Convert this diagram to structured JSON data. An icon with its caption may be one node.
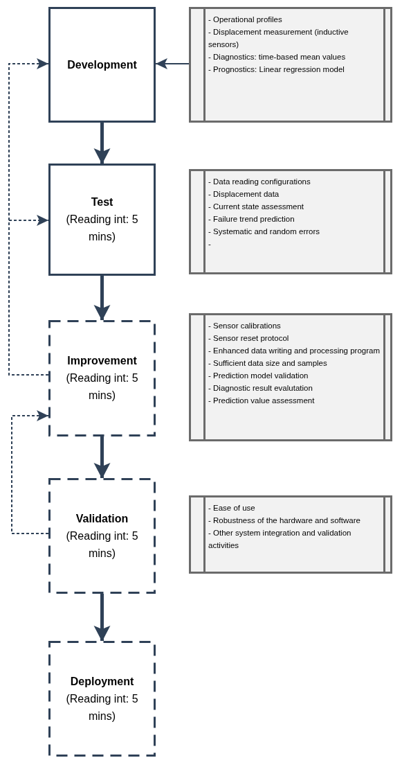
{
  "diagram": {
    "nodes": [
      {
        "text": [
          "Development"
        ]
      },
      {
        "text": [
          "- Operational profiles",
          "- Displacement measurement (inductive sensors)",
          "- Diagnostics: time-based mean values",
          "- Prognostics: Linear regression model"
        ]
      },
      {
        "text": [
          "Test",
          "(Reading int: 5 mins)"
        ]
      },
      {
        "text": [
          "- Data reading configurations",
          "- Displacement data",
          "- Current state assessment",
          "- Failure trend prediction",
          "- Systematic and random errors",
          "-"
        ]
      },
      {
        "text": [
          "Improvement",
          "(Reading int: 5 mins)"
        ]
      },
      {
        "text": [
          "- Sensor calibrations",
          "- Sensor reset protocol",
          "- Enhanced data writing and processing program",
          "- Sufficient data size and samples",
          "- Prediction model validation",
          "- Diagnostic result evalutation",
          "- Prediction value assessment"
        ]
      },
      {
        "text": [
          "Validation",
          "(Reading int: 5 mins)"
        ]
      },
      {
        "text": [
          "- Ease of use",
          "- Robustness of the hardware and software",
          "- Other system integration and validation activities"
        ]
      },
      {
        "text": [
          "Deployment",
          "(Reading int: 5 mins)"
        ]
      }
    ],
    "edges": [
      {
        "from": 0,
        "to": 2,
        "arrow": "to",
        "style": "thick"
      },
      {
        "from": 2,
        "to": 4,
        "arrow": "to",
        "style": "thick"
      },
      {
        "from": 4,
        "to": 6,
        "arrow": "to",
        "style": "thick"
      },
      {
        "from": 6,
        "to": 8,
        "arrow": "to",
        "style": "thick"
      },
      {
        "from": 1,
        "to": 0,
        "arrow": "to"
      },
      {
        "from": 4,
        "to": 0,
        "arrow": "to",
        "style": "dashed"
      },
      {
        "from": 4,
        "to": 2,
        "arrow": "to",
        "style": "dashed"
      },
      {
        "from": 6,
        "to": 4,
        "arrow": "to",
        "style": "dashed"
      }
    ]
  }
}
